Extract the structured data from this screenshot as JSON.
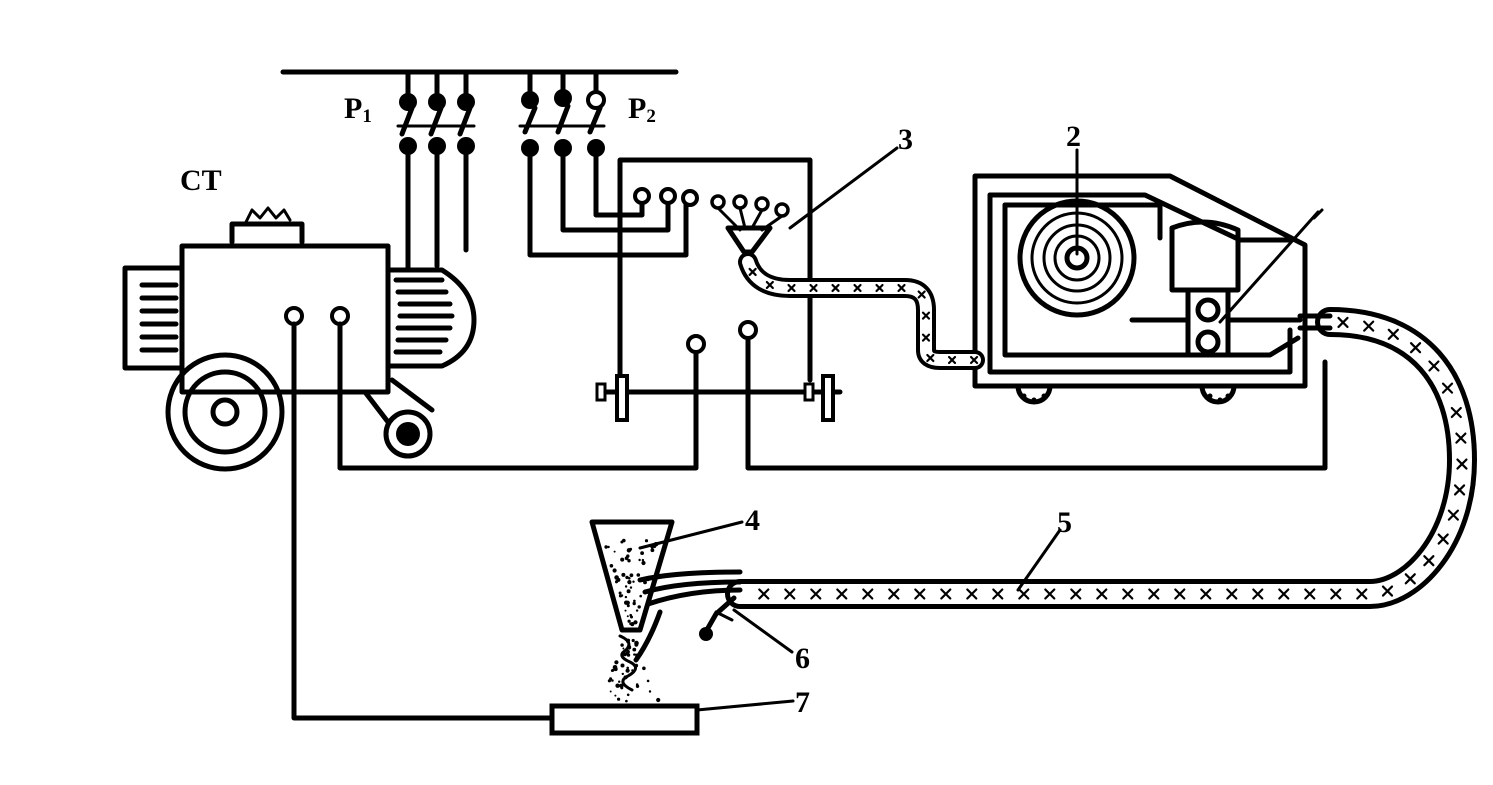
{
  "labels": {
    "ct": "CT",
    "p1_main": "P",
    "p1_sub": "1",
    "p2_main": "P",
    "p2_sub": "2",
    "n2": "2",
    "n3": "3",
    "n4": "4",
    "n5": "5",
    "n6": "6",
    "n7": "7"
  }
}
